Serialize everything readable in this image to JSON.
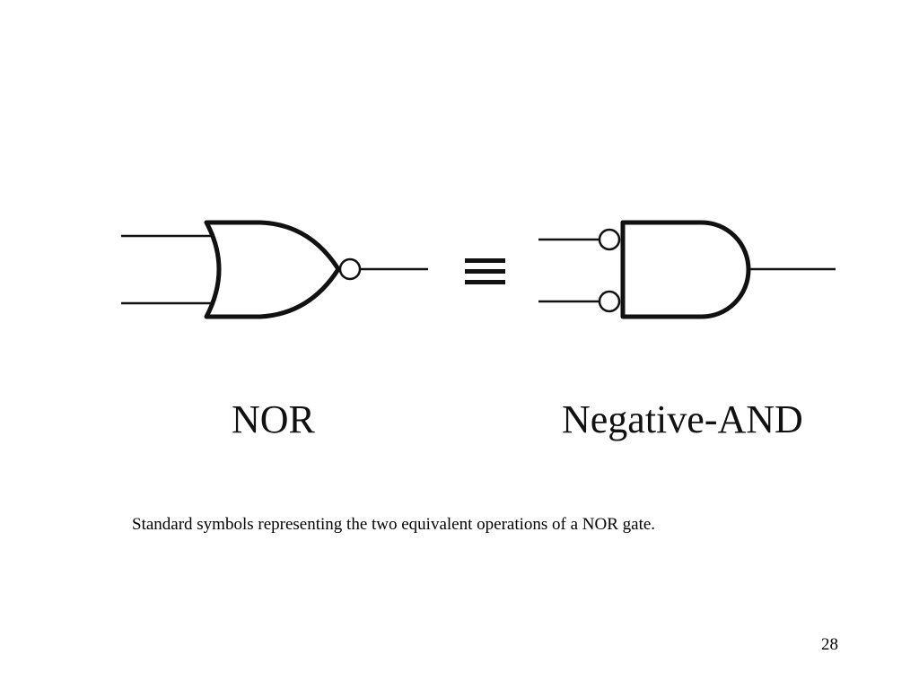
{
  "slide": {
    "gates": {
      "left_label": "NOR",
      "right_label": "Negative-AND",
      "equivalence_symbol": "≡"
    },
    "caption": "Standard symbols representing the two equivalent operations of a NOR gate.",
    "page_number": "28"
  },
  "colors": {
    "ink": "#111111",
    "background": "#ffffff"
  }
}
